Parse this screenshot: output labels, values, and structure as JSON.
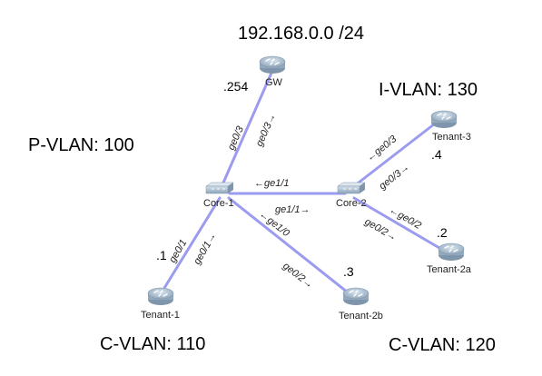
{
  "network": "192.168.0.0 /24",
  "vlans": {
    "p_vlan": "P-VLAN: 100",
    "i_vlan": "I-VLAN: 130",
    "c_vlan_110": "C-VLAN: 110",
    "c_vlan_120": "C-VLAN: 120"
  },
  "devices": {
    "gw": {
      "name": "GW",
      "addr": ".254",
      "icon": "router-icon"
    },
    "core1": {
      "name": "Core-1",
      "icon": "switch-icon"
    },
    "core2": {
      "name": "Core-2",
      "icon": "switch-icon"
    },
    "tenant1": {
      "name": "Tenant-1",
      "addr": ".1",
      "icon": "router-icon"
    },
    "tenant2a": {
      "name": "Tenant-2a",
      "addr": ".2",
      "icon": "router-icon"
    },
    "tenant2b": {
      "name": "Tenant-2b",
      "addr": ".3",
      "icon": "router-icon"
    },
    "tenant3": {
      "name": "Tenant-3",
      "addr": ".4",
      "icon": "router-icon"
    }
  },
  "ports": {
    "gw_core1_a": "ge0/3",
    "gw_core1_b": "ge0/3→",
    "core12_a": "←ge1/1",
    "core12_b": "ge1/1→",
    "core1_t2b_a": "←ge1/0",
    "core1_t2b_b": "ge0/2→",
    "core1_t1_a": "ge0/1",
    "core1_t1_b": "ge0/1→",
    "core2_t3_a": "←ge0/3",
    "core2_t3_b": "ge0/3→",
    "core2_t2a_a": "←ge0/2",
    "core2_t2a_b": "ge0/2→"
  },
  "colors": {
    "link": "#9b9bf0",
    "device_fill": "#b9c9d8",
    "device_dark": "#7f95ab"
  }
}
